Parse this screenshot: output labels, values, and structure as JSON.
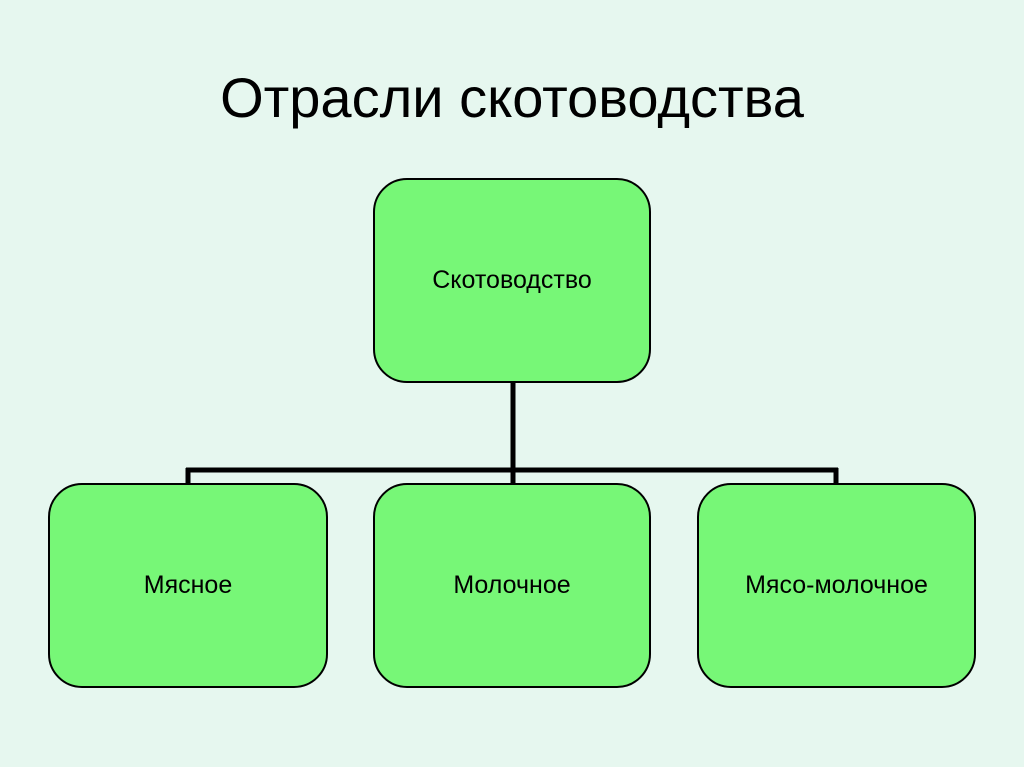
{
  "slide": {
    "title": "Отрасли скотоводства",
    "background_color": "#e6f7ef"
  },
  "diagram": {
    "node_fill_color": "#77f777",
    "line_color": "#000000",
    "root": {
      "label": "Скотоводство"
    },
    "children": [
      {
        "label": "Мясное"
      },
      {
        "label": "Молочное"
      },
      {
        "label": "Мясо-молочное"
      }
    ]
  }
}
